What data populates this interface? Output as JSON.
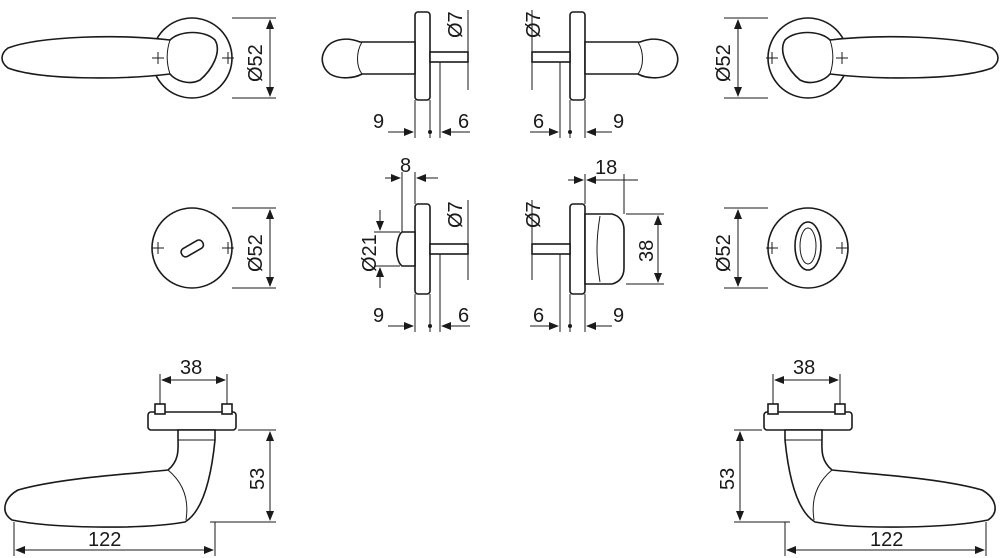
{
  "drawing": {
    "top_row": {
      "rose_left_dia": "Ø52",
      "side_left_spindle": "Ø7",
      "side_left_a": "9",
      "side_left_b": "6",
      "side_right_spindle": "Ø7",
      "side_right_a": "6",
      "side_right_b": "9",
      "rose_right_dia": "Ø52"
    },
    "middle_row": {
      "wc_rose_dia": "Ø52",
      "turn_width": "8",
      "turn_dia": "Ø21",
      "turn_spindle": "Ø7",
      "turn_a": "9",
      "turn_b": "6",
      "cyl_spindle": "Ø7",
      "cyl_depth": "18",
      "cyl_height": "38",
      "cyl_a": "6",
      "cyl_b": "9",
      "key_rose_dia": "Ø52"
    },
    "bottom_row": {
      "left_rose_width": "38",
      "left_height": "53",
      "left_length": "122",
      "right_rose_width": "38",
      "right_height": "53",
      "right_length": "122"
    }
  }
}
